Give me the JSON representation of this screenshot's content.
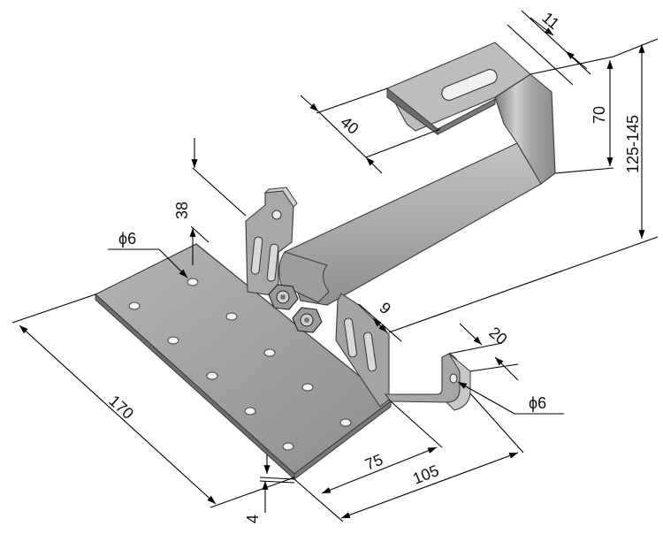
{
  "dimensions": {
    "d11": "11",
    "d40": "40",
    "d70": "70",
    "d125_145": "125-145",
    "d38": "38",
    "phi6_left": "ϕ6",
    "d9": "9",
    "d20": "20",
    "phi6_right": "ϕ6",
    "d170": "170",
    "d75": "75",
    "d105": "105",
    "d4": "4"
  },
  "colors": {
    "metal_light": "#c9c9c9",
    "metal_mid": "#a9a9a9",
    "metal_dark": "#7d7d7d",
    "edge": "#3a3a3a"
  }
}
